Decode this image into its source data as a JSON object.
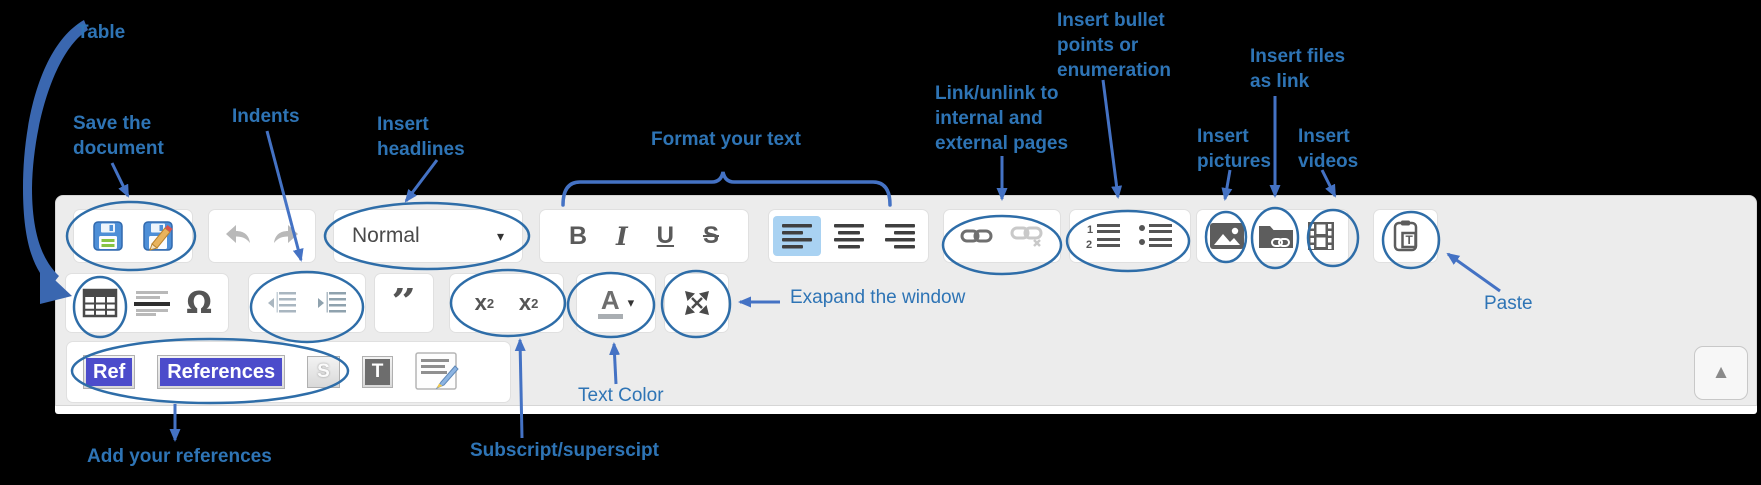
{
  "annotations": {
    "table": "Table",
    "save": [
      "Save the",
      "document"
    ],
    "indents": "Indents",
    "headlines": [
      "Insert",
      "headlines"
    ],
    "format": "Format your text",
    "link": [
      "Link/unlink to",
      "internal and",
      "external pages"
    ],
    "bullets": [
      "Insert bullet",
      "points or",
      "enumeration"
    ],
    "files": [
      "Insert files",
      "as link"
    ],
    "pictures": [
      "Insert",
      "pictures"
    ],
    "videos": [
      "Insert",
      "videos"
    ],
    "paste": "Paste",
    "expand": "Exapand the window",
    "text_color": "Text Color",
    "subsup": "Subscript/superscipt",
    "add_refs": "Add your references"
  },
  "toolbar": {
    "format_dropdown": {
      "value": "Normal",
      "caret": "▾"
    },
    "icons": {
      "bold": "B",
      "italic": "I",
      "underline": "U",
      "strikethrough": "S",
      "omega": "Ω",
      "quote": "”",
      "sub_base": "x",
      "sub_digit": "2",
      "sup_base": "x",
      "sup_digit": "2",
      "color_letter": "A",
      "color_caret": "▾",
      "list_num_1": "1",
      "list_num_2": "2",
      "paste_letter": "T",
      "collapse_arrow": "▲"
    },
    "ref_buttons": {
      "ref": "Ref",
      "references": "References",
      "s": "S",
      "t": "T"
    }
  },
  "colors": {
    "annotation_text": "#2E74B5",
    "annotation_line": "#4472C4",
    "annotation_ellipse": "#2E6DA8",
    "toolbar_bg": "#ececec",
    "active_button_bg": "#a9d2f2",
    "ref_button_bg": "#4c4ccb",
    "save_icon_blue": "#4e8fd7"
  }
}
